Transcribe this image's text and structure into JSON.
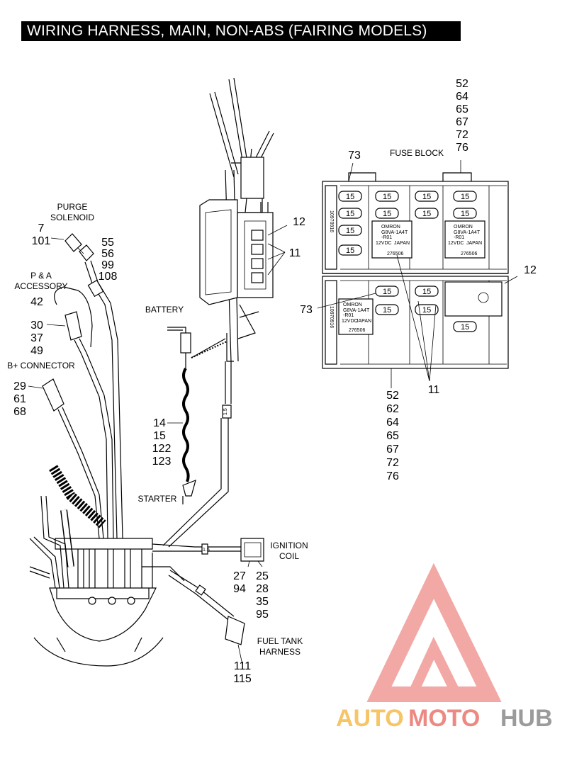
{
  "title": "WIRING HARNESS, MAIN, NON-ABS (FAIRING MODELS)",
  "labels": {
    "purge_solenoid_1": "PURGE",
    "purge_solenoid_2": "SOLENOID",
    "pa_accessory_1": "P & A",
    "pa_accessory_2": "ACCESSORY",
    "b_connector": "B+ CONNECTOR",
    "battery": "BATTERY",
    "starter": "STARTER",
    "ignition_coil_1": "IGNITION",
    "ignition_coil_2": "COIL",
    "fuel_tank_1": "FUEL TANK",
    "fuel_tank_2": "HARNESS",
    "fuse_block": "FUSE BLOCK"
  },
  "callouts": {
    "purge_a": "7",
    "purge_b": "101",
    "c55": "55",
    "c56": "56",
    "c99": "99",
    "c108": "108",
    "c42": "42",
    "c30": "30",
    "c37": "37",
    "c49": "49",
    "c29": "29",
    "c61": "61",
    "c68": "68",
    "c14": "14",
    "c15": "15",
    "c122": "122",
    "c123": "123",
    "c12_main": "12",
    "c11_main": "11",
    "c27": "27",
    "c94": "94",
    "c25": "25",
    "c28": "28",
    "c35": "35",
    "c95": "95",
    "c111": "111",
    "c115": "115",
    "fb_top": [
      "52",
      "64",
      "65",
      "67",
      "72",
      "76"
    ],
    "fb_bottom": [
      "52",
      "62",
      "64",
      "65",
      "67",
      "72",
      "76"
    ],
    "c73_top": "73",
    "c73_bottom": "73",
    "c12_fb": "12",
    "c11_fb": "11"
  },
  "fuse_value": "15",
  "relay": {
    "brand": "OMRON",
    "model_1": "G8VA-1A4T",
    "model_2": "-R01",
    "volt": "12VDC",
    "country": "JAPAN",
    "code": "276506"
  },
  "strip_code": "10970916",
  "wire_tag": "1.5",
  "watermark": {
    "auto": "AUTO",
    "moto": "MOTO",
    "hub": "HUB"
  }
}
